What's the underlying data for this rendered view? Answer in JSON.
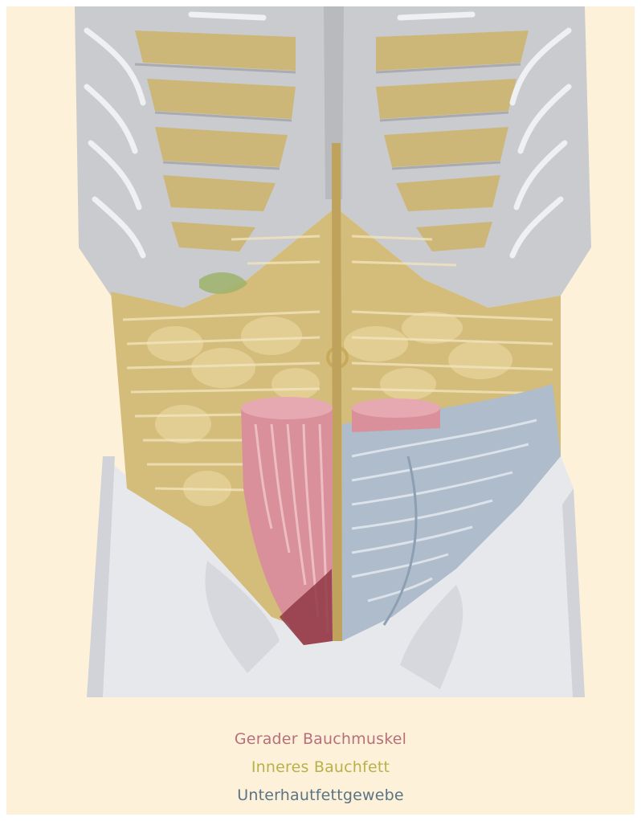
{
  "legend": {
    "items": [
      {
        "label": "Gerader Bauchmuskel",
        "color": "#b7707a"
      },
      {
        "label": "Inneres Bauchfett",
        "color": "#b7b14a"
      },
      {
        "label": "Unterhautfettgewebe",
        "color": "#5b7485"
      }
    ]
  },
  "colors": {
    "background": "#fdf1d9",
    "bone": "#c9cbcf",
    "bone_highlight": "#eef0f2",
    "bone_shadow": "#a9abb0",
    "intercostal_fat": "#d8c181",
    "visceral_fat": "#d4bd7a",
    "subcutaneous_tissue": "#aebccb",
    "rectus_muscle": "#d9909a",
    "pelvis_skin": "#e7e8ec"
  }
}
